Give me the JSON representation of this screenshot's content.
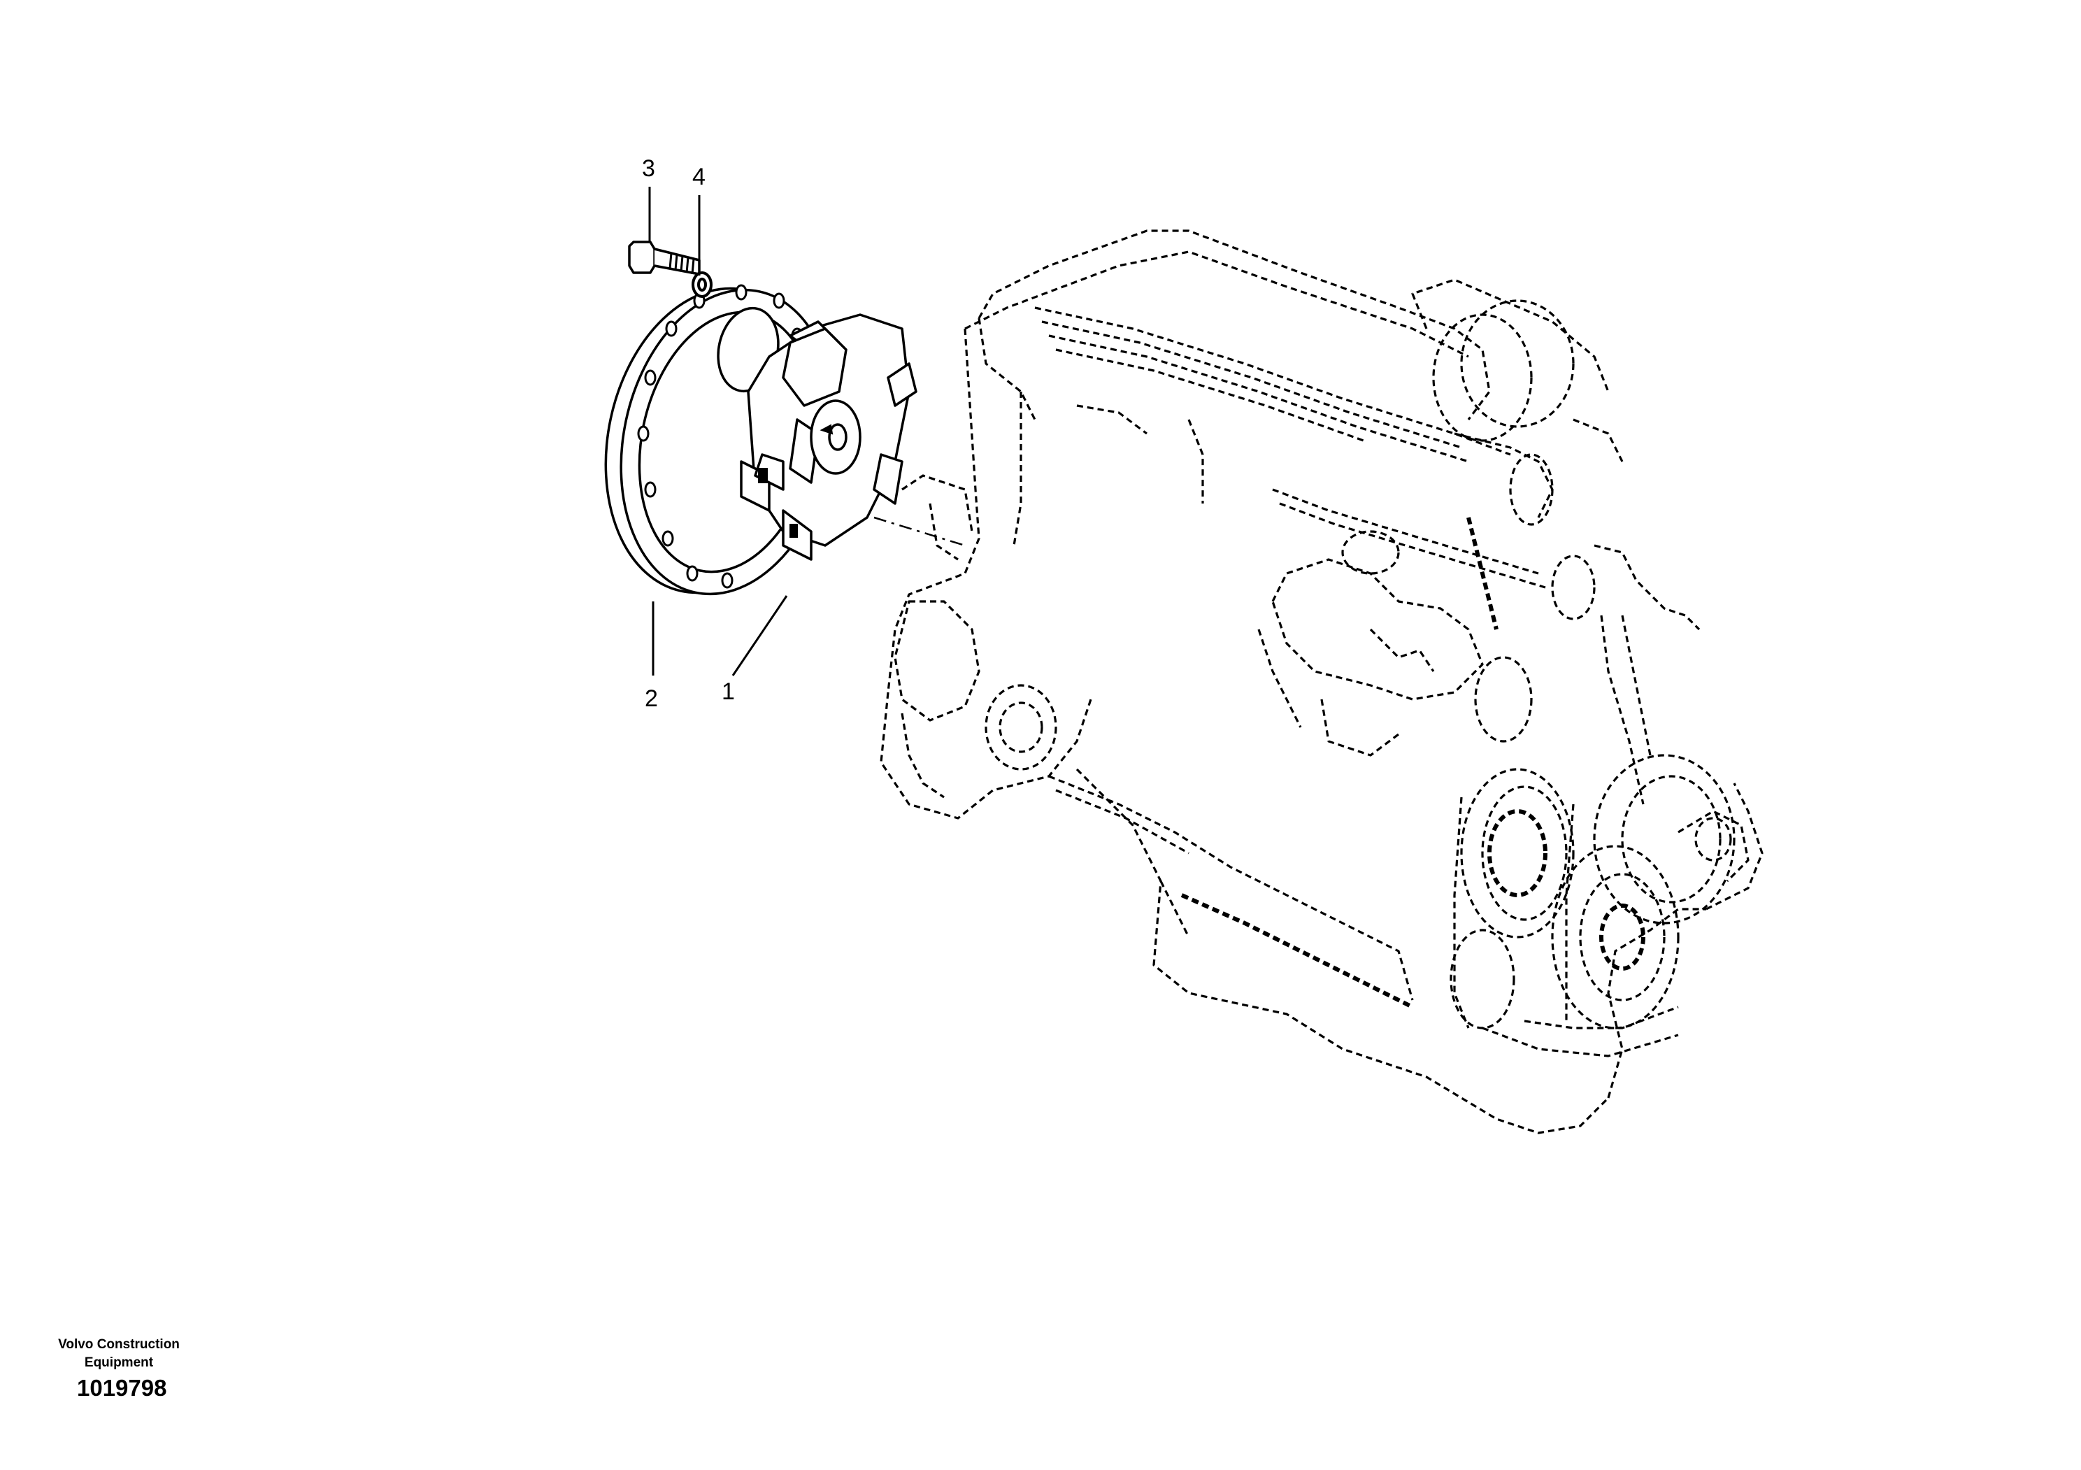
{
  "publisher": {
    "line1": "Volvo Construction",
    "line2": "Equipment"
  },
  "document_number": "1019798",
  "callouts": {
    "c1": "1",
    "c2": "2",
    "c3": "3",
    "c4": "4"
  }
}
